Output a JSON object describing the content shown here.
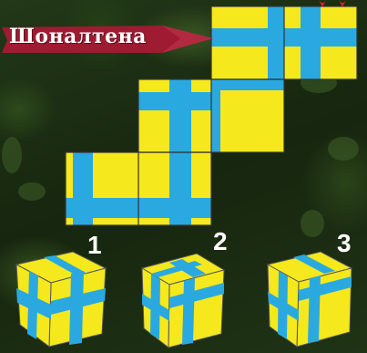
{
  "title": "Шоналтена",
  "options": [
    "1",
    "2",
    "3"
  ],
  "colors": {
    "face_yellow": "#f5e81c",
    "stripe_blue": "#2aa9e0",
    "banner_red": "#9e1b32",
    "outline": "#333333"
  }
}
